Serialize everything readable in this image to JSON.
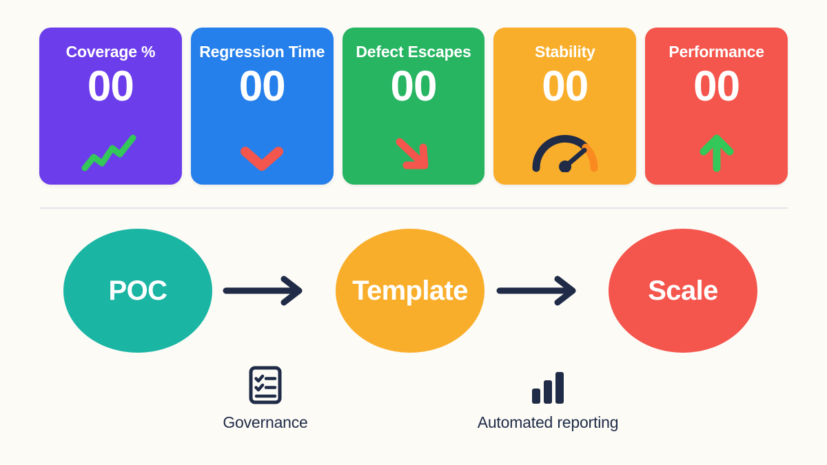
{
  "palette": {
    "background": "#FCFBF6",
    "divider": "#E2E4EA",
    "ink": "#1F2B47",
    "white": "#FFFFFF",
    "green_up": "#34C759",
    "red_down": "#F4554C",
    "gauge_dark": "#1F2B47",
    "gauge_orange": "#F98A20"
  },
  "kpi_cards": [
    {
      "title": "Coverage %",
      "value": "00",
      "color": "#6C3DEB",
      "icon": "trend-up-line-icon",
      "icon_color": "#34C759",
      "trend": "up"
    },
    {
      "title": "Regression Time",
      "value": "00",
      "color": "#2680EB",
      "icon": "chevron-down-icon",
      "icon_color": "#F4554C",
      "trend": "down"
    },
    {
      "title": "Defect Escapes",
      "value": "00",
      "color": "#27B562",
      "icon": "arrow-down-right-icon",
      "icon_color": "#F4554C",
      "trend": "down"
    },
    {
      "title": "Stability",
      "value": "00",
      "color": "#F9AE2B",
      "icon": "gauge-icon",
      "icon_color": "#1F2B47",
      "trend": "gauge"
    },
    {
      "title": "Performance",
      "value": "00",
      "color": "#F4554C",
      "icon": "arrow-up-icon",
      "icon_color": "#34C759",
      "trend": "up"
    }
  ],
  "flow": {
    "nodes": [
      {
        "label": "POC",
        "color": "#1BB5A4"
      },
      {
        "label": "Template",
        "color": "#F9AE2B"
      },
      {
        "label": "Scale",
        "color": "#F4554C"
      }
    ],
    "arrows": [
      {
        "name": "arrow-poc-to-template",
        "direction": "right"
      },
      {
        "name": "arrow-template-to-scale",
        "direction": "right"
      }
    ],
    "annotations": [
      {
        "label": "Governance",
        "icon": "checklist-clipboard-icon"
      },
      {
        "label": "Automated reporting",
        "icon": "bar-chart-icon"
      }
    ]
  }
}
